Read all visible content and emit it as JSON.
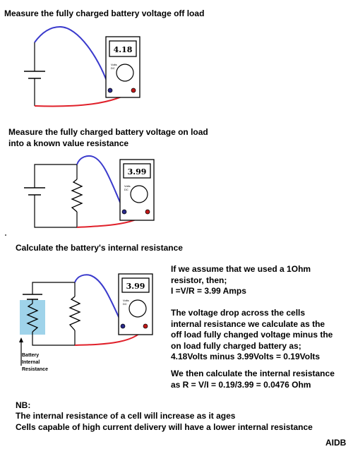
{
  "headings": {
    "step1": "Measure the fully charged battery voltage off load",
    "step2_line1": "Measure the fully charged battery voltage on load",
    "step2_line2": "into a known value resistance",
    "step3": "Calculate the battery's internal resistance"
  },
  "meters": [
    {
      "reading": "4.18",
      "mode_line1": "Volts",
      "mode_line2": "DC"
    },
    {
      "reading": "3.99",
      "mode_line1": "Volts",
      "mode_line2": "DC"
    },
    {
      "reading": "3.99",
      "mode_line1": "Volts",
      "mode_line2": "DC"
    }
  ],
  "battery_label": {
    "line1": "Battery",
    "line2": "Internal",
    "line3": "Resistance"
  },
  "explanation": {
    "para1": "If we assume that we used a 1Ohm\nresistor, then;\nI =V/R = 3.99 Amps",
    "para2": "The voltage drop across the cells\ninternal resistance we calculate as the\noff load fully changed voltage minus the\non load fully charged battery as;\n4.18Volts minus 3.99Volts = 0.19Volts",
    "para3": "We then calculate the internal resistance\nas R = V/I = 0.19/3.99 = 0.0476 Ohm"
  },
  "nb": {
    "title": "NB:",
    "line1": "The internal resistance of a cell will increase as it ages",
    "line2": "Cells capable of high current delivery will have a lower internal resistance"
  },
  "credit": "AIDB",
  "colors": {
    "probe_positive": "#e0202a",
    "probe_negative": "#3a3acc",
    "internal_resistance_fill": "#9fd3ea"
  }
}
